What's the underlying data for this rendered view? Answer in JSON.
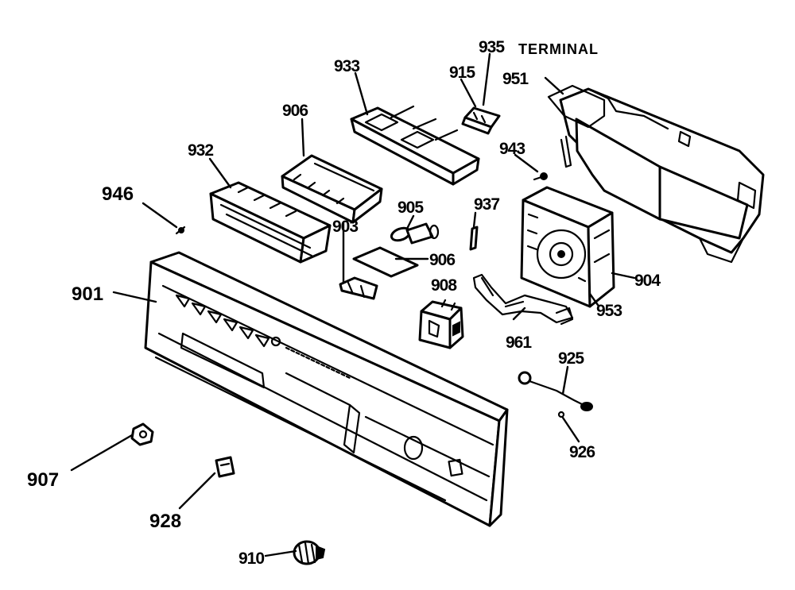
{
  "terminal_label": "TERMINAL",
  "callouts": {
    "p901": "901",
    "p903": "903",
    "p904": "904",
    "p905": "905",
    "p906a": "906",
    "p906b": "906",
    "p907": "907",
    "p908": "908",
    "p910": "910",
    "p915": "915",
    "p925": "925",
    "p926": "926",
    "p928": "928",
    "p932": "932",
    "p933": "933",
    "p935": "935",
    "p937": "937",
    "p943": "943",
    "p946": "946",
    "p951": "951",
    "p953": "953",
    "p961": "961"
  }
}
